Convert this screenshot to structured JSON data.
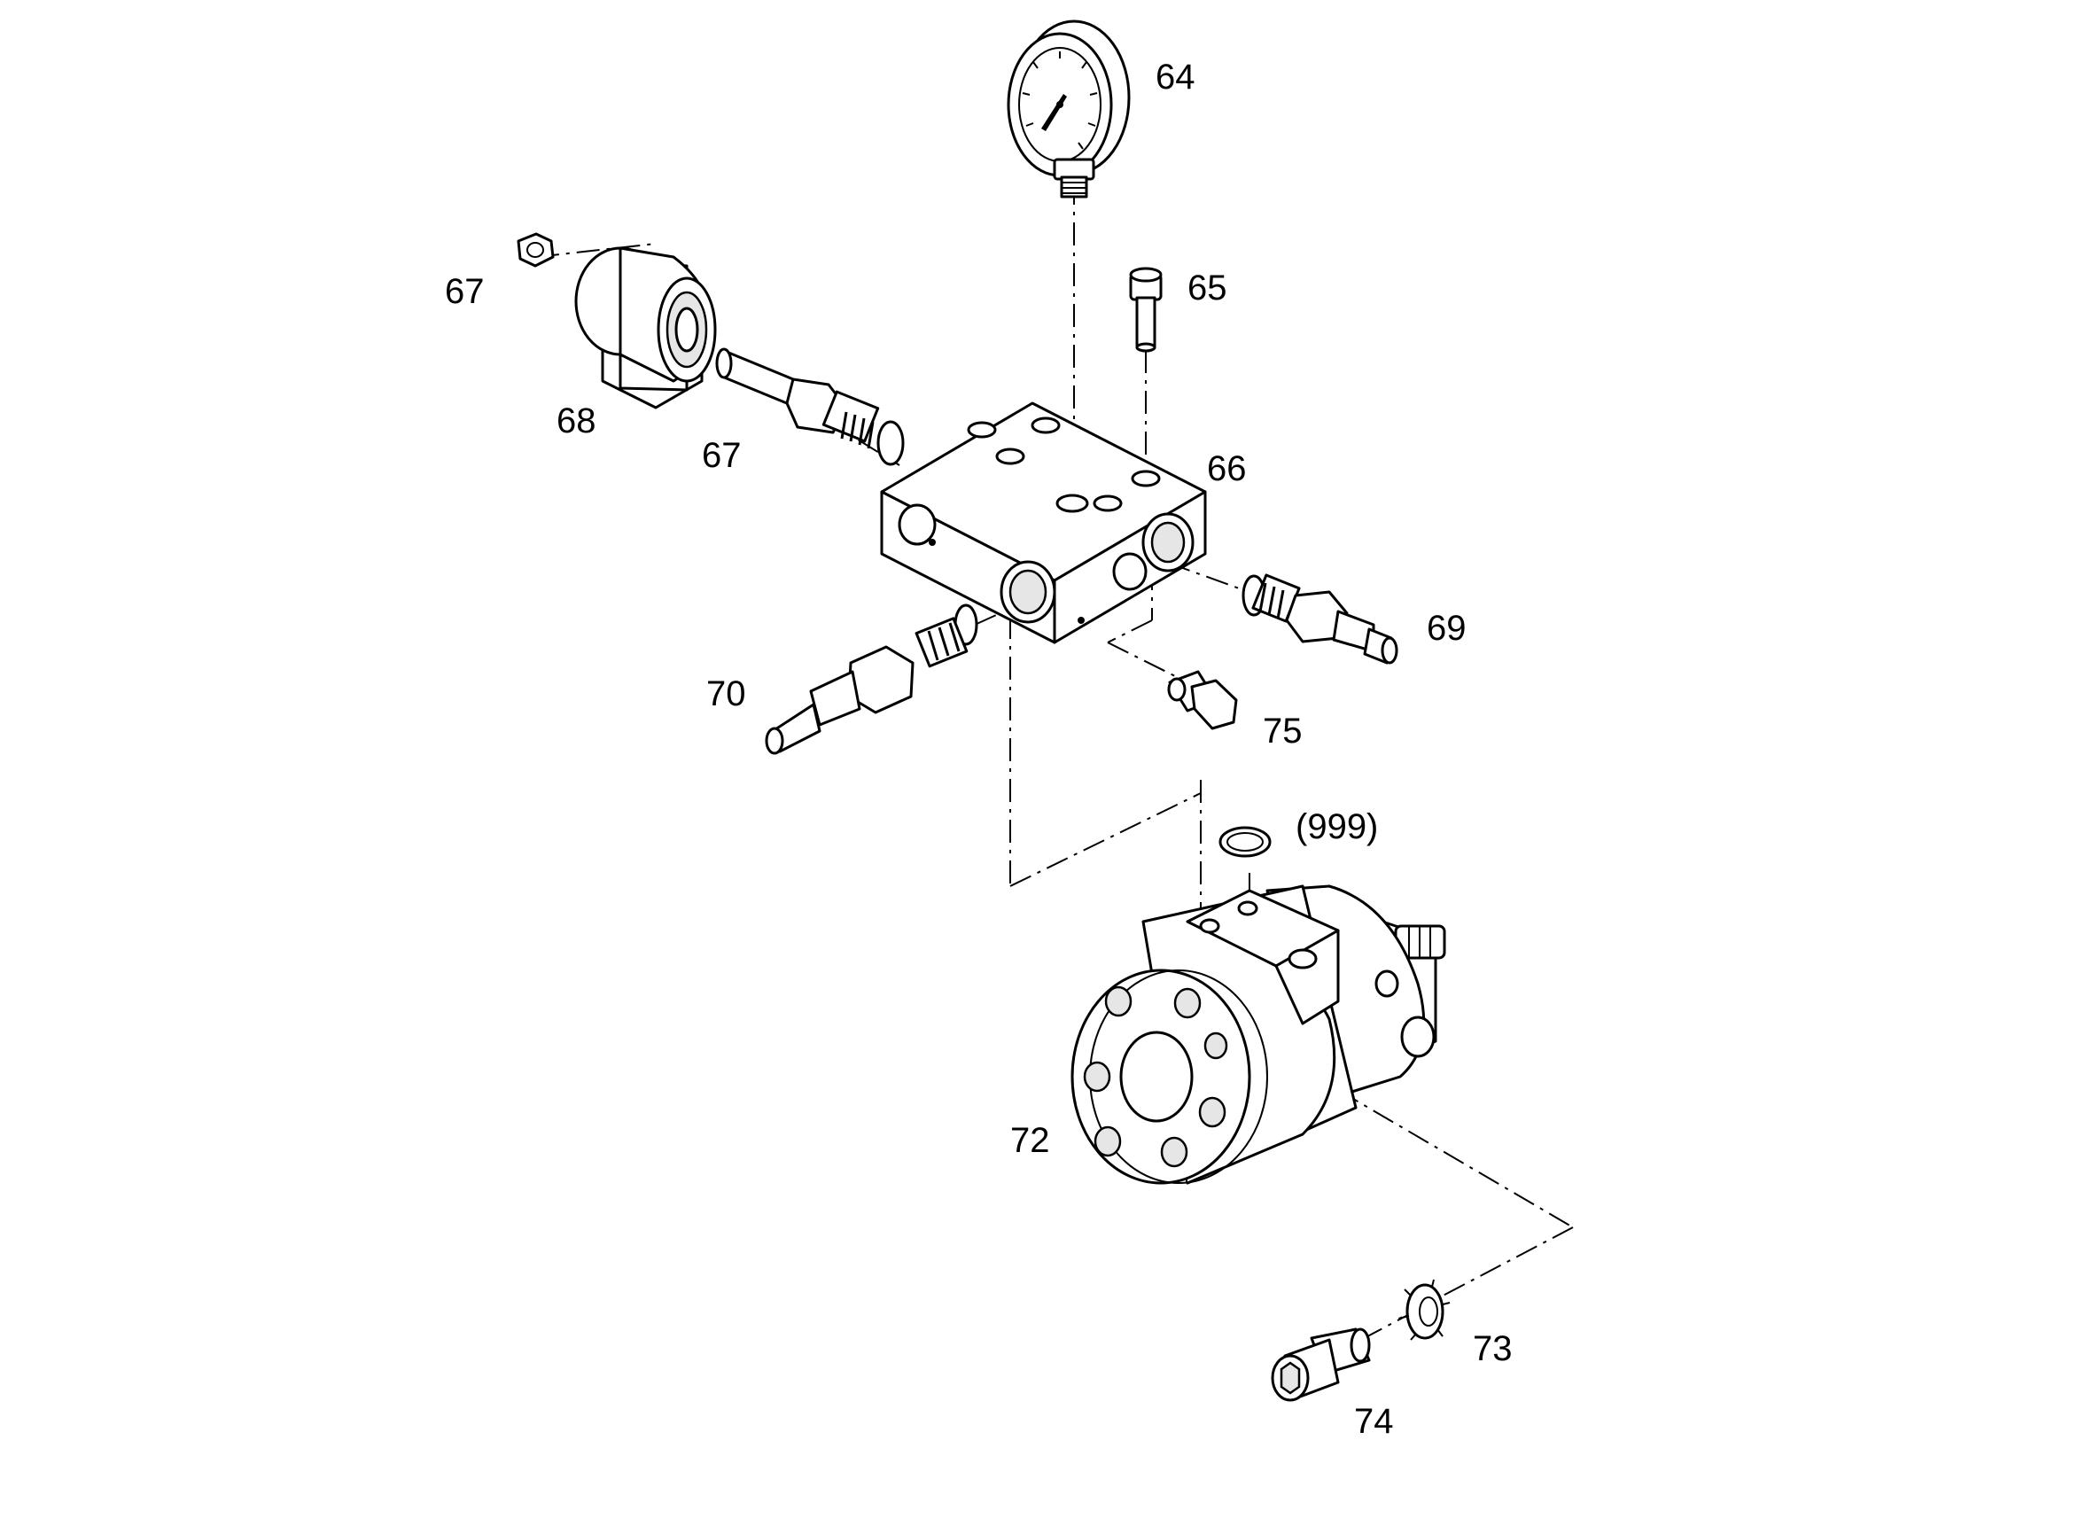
{
  "labels": {
    "p64": "64",
    "p65": "65",
    "p66": "66",
    "p67a": "67",
    "p67b": "67",
    "p68": "68",
    "p69": "69",
    "p70": "70",
    "p72": "72",
    "p73": "73",
    "p74": "74",
    "p75": "75",
    "p999": "(999)"
  },
  "parts": [
    {
      "name": "pressure-gauge",
      "callout": "64"
    },
    {
      "name": "socket-head-screw",
      "callout": "65"
    },
    {
      "name": "valve-block",
      "callout": "66"
    },
    {
      "name": "nut",
      "callout": "67"
    },
    {
      "name": "solenoid-coil",
      "callout": "68"
    },
    {
      "name": "solenoid-valve-cartridge",
      "callout": "67"
    },
    {
      "name": "relief-valve-cartridge-right",
      "callout": "69"
    },
    {
      "name": "relief-valve-cartridge-left",
      "callout": "70"
    },
    {
      "name": "hydraulic-motor",
      "callout": "72"
    },
    {
      "name": "lock-washer",
      "callout": "73"
    },
    {
      "name": "cap-screw",
      "callout": "74"
    },
    {
      "name": "fitting",
      "callout": "75"
    },
    {
      "name": "o-ring",
      "callout": "(999)"
    }
  ]
}
